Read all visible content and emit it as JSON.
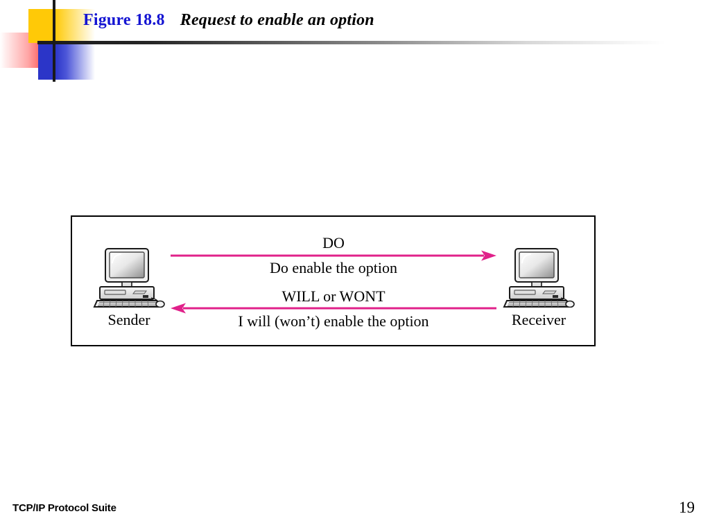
{
  "slide": {
    "title": {
      "figure_number": "Figure 18.8",
      "caption": "Request to enable an option",
      "figure_number_color": "#1414D2",
      "caption_color": "#000000"
    },
    "footer": {
      "book_title": "TCP/IP Protocol Suite",
      "page_number": "19"
    },
    "decoration": {
      "yellow": "#FFC907",
      "blue": "#2B35C8",
      "red": "#FA2D2D",
      "rule": "#1A1A1A"
    }
  },
  "figure": {
    "nodes": [
      {
        "id": "sender",
        "label": "Sender",
        "icon": "desktop-computer-icon"
      },
      {
        "id": "receiver",
        "label": "Receiver",
        "icon": "desktop-computer-icon"
      }
    ],
    "arrow_color": "#E0218A",
    "messages": [
      {
        "id": "do",
        "direction": "right",
        "command": "DO",
        "description": "Do enable the option",
        "from": "sender",
        "to": "receiver"
      },
      {
        "id": "will-wont",
        "direction": "left",
        "command": "WILL or WONT",
        "description": "I will (won’t)  enable the option",
        "from": "receiver",
        "to": "sender"
      }
    ]
  },
  "chart_data": {
    "type": "diagram",
    "title": "Request to enable an option",
    "participants": [
      "Sender",
      "Receiver"
    ],
    "sequence": [
      {
        "step": 1,
        "from": "Sender",
        "to": "Receiver",
        "command": "DO",
        "meaning": "Do enable the option"
      },
      {
        "step": 2,
        "from": "Receiver",
        "to": "Sender",
        "command": "WILL or WONT",
        "meaning": "I will (won’t)  enable the option"
      }
    ]
  }
}
